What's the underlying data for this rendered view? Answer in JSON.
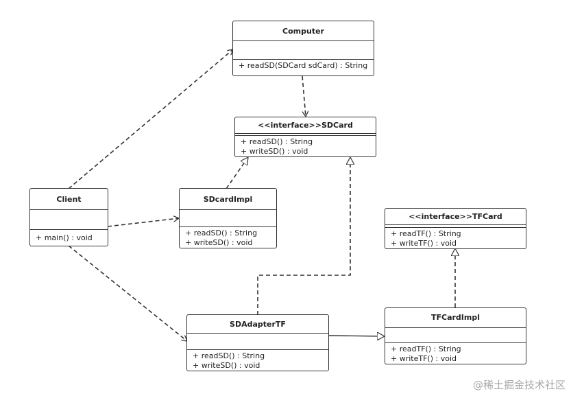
{
  "classes": {
    "computer": {
      "name": "Computer",
      "ops": [
        "+ readSD(SDCard sdCard) : String"
      ]
    },
    "sdcard_interface": {
      "name": "<<interface>>SDCard",
      "ops": [
        "+ readSD() : String",
        "+ writeSD() : void"
      ]
    },
    "client": {
      "name": "Client",
      "ops": [
        "+ main() : void"
      ]
    },
    "sdcard_impl": {
      "name": "SDcardImpl",
      "ops": [
        "+ readSD() : String",
        "+ writeSD() : void"
      ]
    },
    "tfcard_interface": {
      "name": "<<interface>>TFCard",
      "ops": [
        "+ readTF() : String",
        "+ writeTF() : void"
      ]
    },
    "sd_adapter_tf": {
      "name": "SDAdapterTF",
      "ops": [
        "+ readSD() : String",
        "+ writeSD() : void"
      ]
    },
    "tfcard_impl": {
      "name": "TFCardImpl",
      "ops": [
        "+ readTF() : String",
        "+ writeTF() : void"
      ]
    }
  },
  "relations": [
    {
      "from": "client",
      "to": "computer",
      "type": "dependency"
    },
    {
      "from": "client",
      "to": "sdcard_impl",
      "type": "dependency"
    },
    {
      "from": "client",
      "to": "sd_adapter_tf",
      "type": "dependency"
    },
    {
      "from": "computer",
      "to": "sdcard_interface",
      "type": "dependency"
    },
    {
      "from": "sdcard_impl",
      "to": "sdcard_interface",
      "type": "realization"
    },
    {
      "from": "sd_adapter_tf",
      "to": "sdcard_interface",
      "type": "realization"
    },
    {
      "from": "sd_adapter_tf",
      "to": "tfcard_impl",
      "type": "association"
    },
    {
      "from": "tfcard_impl",
      "to": "tfcard_interface",
      "type": "realization"
    }
  ],
  "watermark": "@稀土掘金技术社区",
  "colors": {
    "line": "#333333",
    "box_border": "#333333",
    "watermark": "#a8a8a8"
  }
}
